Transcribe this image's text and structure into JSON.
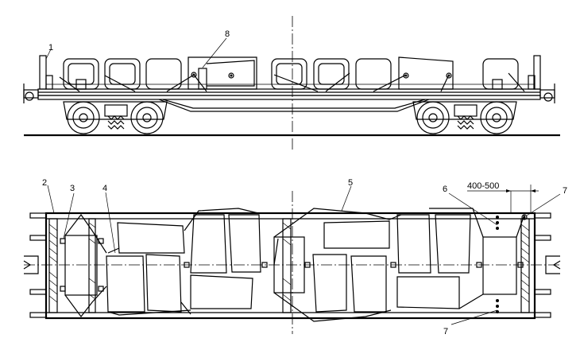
{
  "callouts": [
    {
      "id": "c1",
      "text": "1"
    },
    {
      "id": "c2",
      "text": "2"
    },
    {
      "id": "c3",
      "text": "3"
    },
    {
      "id": "c4",
      "text": "4"
    },
    {
      "id": "c5",
      "text": "5"
    },
    {
      "id": "c6",
      "text": "6"
    },
    {
      "id": "c7a",
      "text": "7"
    },
    {
      "id": "c7b",
      "text": "7"
    },
    {
      "id": "c8",
      "text": "8"
    }
  ],
  "dimension_label": "400-500"
}
